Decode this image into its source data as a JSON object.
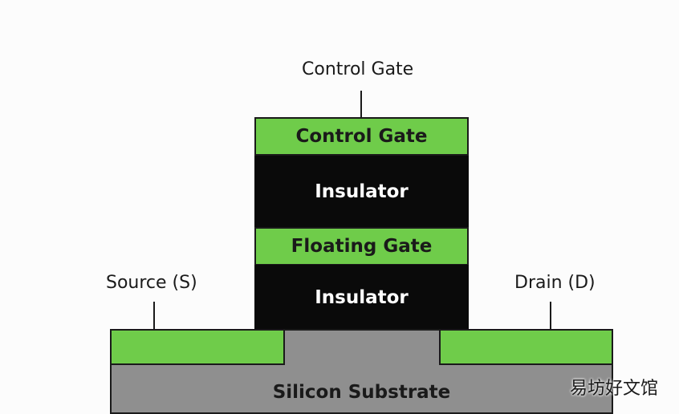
{
  "labels": {
    "control_gate_top": "Control Gate",
    "source": "Source (S)",
    "drain": "Drain (D)"
  },
  "layers": {
    "control_gate": "Control Gate",
    "insulator_top": "Insulator",
    "floating_gate": "Floating Gate",
    "insulator_bottom": "Insulator",
    "substrate": "Silicon Substrate"
  },
  "watermark": "易坊好文馆",
  "colors": {
    "gate_green": "#6fcc4a",
    "insulator_black": "#0a0a0a",
    "substrate_gray": "#8f8f8f"
  }
}
